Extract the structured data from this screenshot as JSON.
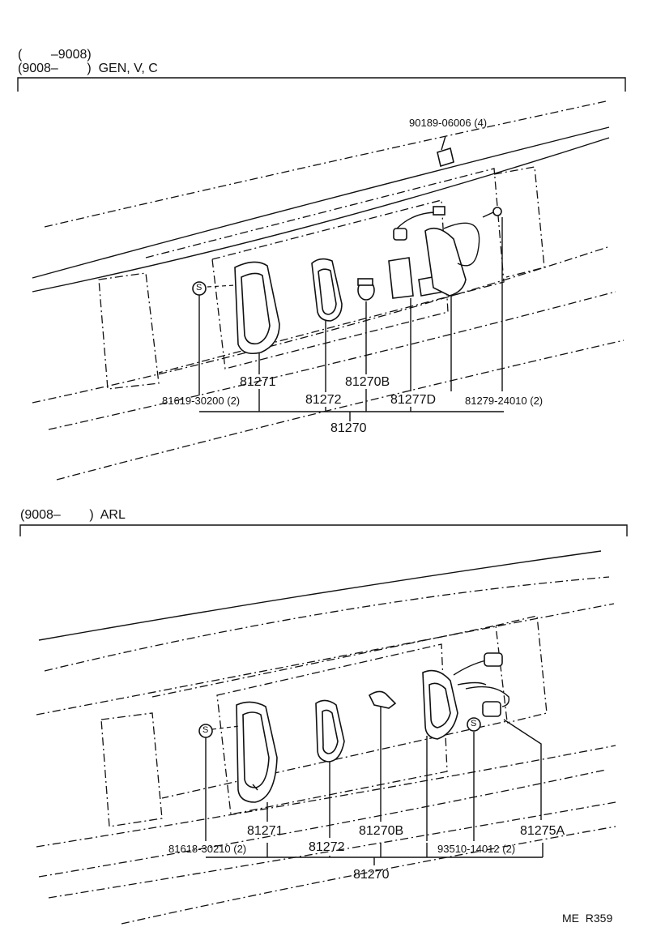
{
  "top_section": {
    "header_line1": "(        –9008)",
    "header_line2": "(9008–        )  GEN, V, C",
    "labels": {
      "clip": "90189-06006 (4)",
      "screw_left": "81619-30200 (2)",
      "lamp_body": "81271",
      "gasket": "81272",
      "bulb": "81270B",
      "socket": "81277D",
      "screw_right": "81279-24010 (2)",
      "assembly": "81270"
    },
    "symbol_s": "S"
  },
  "bottom_section": {
    "header": "(9008–        )  ARL",
    "labels": {
      "screw_left": "81618-30210 (2)",
      "lamp_body": "81271",
      "gasket": "81272",
      "bulb": "81270B",
      "screw_right": "93510-14012 (2)",
      "socket": "81275A",
      "assembly": "81270"
    },
    "symbol_s": "S"
  },
  "footer": {
    "ref": "ME  R359"
  }
}
